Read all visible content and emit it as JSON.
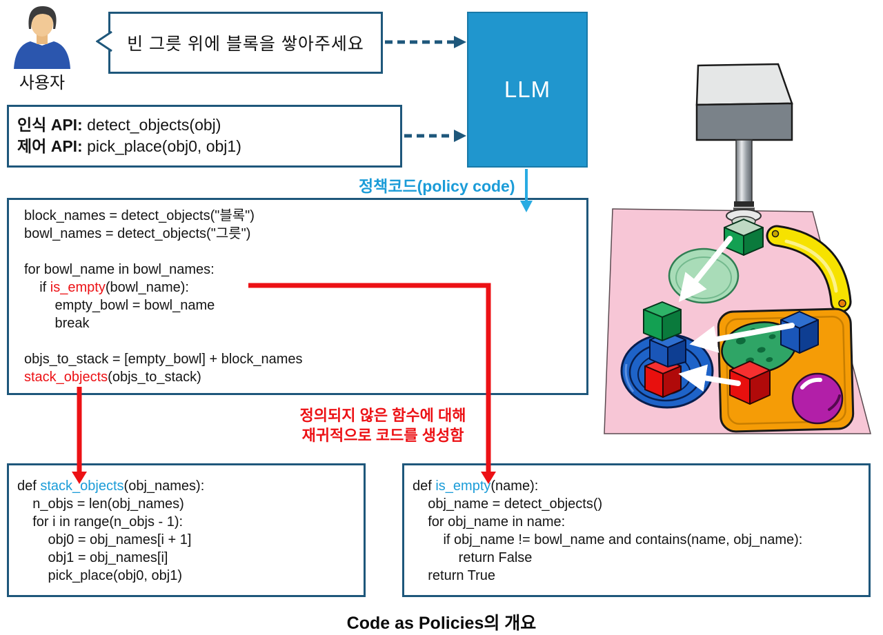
{
  "diagram": {
    "user_label": "사용자",
    "speech_bubble": "빈 그릇 위에 블록을 쌓아주세요",
    "api": {
      "line1_label": "인식 API:",
      "line1_value": " detect_objects(obj)",
      "line2_label": "제어 API:",
      "line2_value": " pick_place(obj0, obj1)"
    },
    "llm_label": "LLM",
    "policy_code_label": "정책코드(policy code)",
    "note_line1": "정의되지 않은 함수에 대해",
    "note_line2": "재귀적으로 코드를 생성함",
    "caption": "Code as Policies의 개요"
  },
  "code": {
    "policy": [
      [
        {
          "t": "block_names = detect_objects(\"블록\")",
          "c": "k"
        }
      ],
      [
        {
          "t": "bowl_names = detect_objects(\"그릇\")",
          "c": "k"
        }
      ],
      [],
      [
        {
          "t": "for bowl_name in bowl_names:",
          "c": "k"
        }
      ],
      [
        {
          "t": "    if ",
          "c": "k"
        },
        {
          "t": "is_empty",
          "c": "r"
        },
        {
          "t": "(bowl_name):",
          "c": "k"
        }
      ],
      [
        {
          "t": "        empty_bowl = bowl_name",
          "c": "k"
        }
      ],
      [
        {
          "t": "        break",
          "c": "k"
        }
      ],
      [],
      [
        {
          "t": "objs_to_stack = [empty_bowl] + block_names",
          "c": "k"
        }
      ],
      [
        {
          "t": "stack_objects",
          "c": "r"
        },
        {
          "t": "(objs_to_stack)",
          "c": "k"
        }
      ]
    ],
    "stack_objects": [
      [
        {
          "t": "def ",
          "c": "k"
        },
        {
          "t": "stack_objects",
          "c": "b"
        },
        {
          "t": "(obj_names):",
          "c": "k"
        }
      ],
      [
        {
          "t": "    n_objs = len(obj_names)",
          "c": "k"
        }
      ],
      [
        {
          "t": "    for i in range(n_objs - 1):",
          "c": "k"
        }
      ],
      [
        {
          "t": "        obj0 = obj_names[i + 1]",
          "c": "k"
        }
      ],
      [
        {
          "t": "        obj1 = obj_names[i]",
          "c": "k"
        }
      ],
      [
        {
          "t": "        pick_place(obj0, obj1)",
          "c": "k"
        }
      ]
    ],
    "is_empty": [
      [
        {
          "t": "def ",
          "c": "k"
        },
        {
          "t": "is_empty",
          "c": "b"
        },
        {
          "t": "(name):",
          "c": "k"
        }
      ],
      [
        {
          "t": "    obj_name = detect_objects()",
          "c": "k"
        }
      ],
      [
        {
          "t": "    for obj_name in name:",
          "c": "k"
        }
      ],
      [
        {
          "t": "        if obj_name != bowl_name and contains(name, obj_name):",
          "c": "k"
        }
      ],
      [
        {
          "t": "            return False",
          "c": "k"
        }
      ],
      [
        {
          "t": "    return True",
          "c": "k"
        }
      ]
    ]
  },
  "colors": {
    "border": "#1e577b",
    "accent": "#1b9cd8",
    "lightblue": "#29abe2",
    "red": "#ec1115",
    "llm": "#2096ce",
    "mat": "#f7c6d6",
    "tray": "#f59c06",
    "banana": "#f6e200",
    "plate_green": "#a9dcb8",
    "plate_blue": "#1e63c8",
    "block_red": "#e8100e",
    "block_red_dark": "#b00a0a",
    "block_red_top": "#f53030",
    "block_blue": "#1a56b8",
    "block_blue_dark": "#0e3e92",
    "block_blue_top": "#2e6fd0",
    "block_green": "#13a052",
    "block_green_dark": "#0a7a3c",
    "block_green_top": "#2eb368",
    "fruit_purple": "#b21fa8",
    "melon": "#2fa566",
    "melon_dark": "#0e6b3c",
    "robot_top": "#e5e7e7",
    "robot_front": "#7a8289",
    "skin": "#f2c996",
    "hair": "#3b3b3c",
    "shirt": "#2b56ae"
  }
}
